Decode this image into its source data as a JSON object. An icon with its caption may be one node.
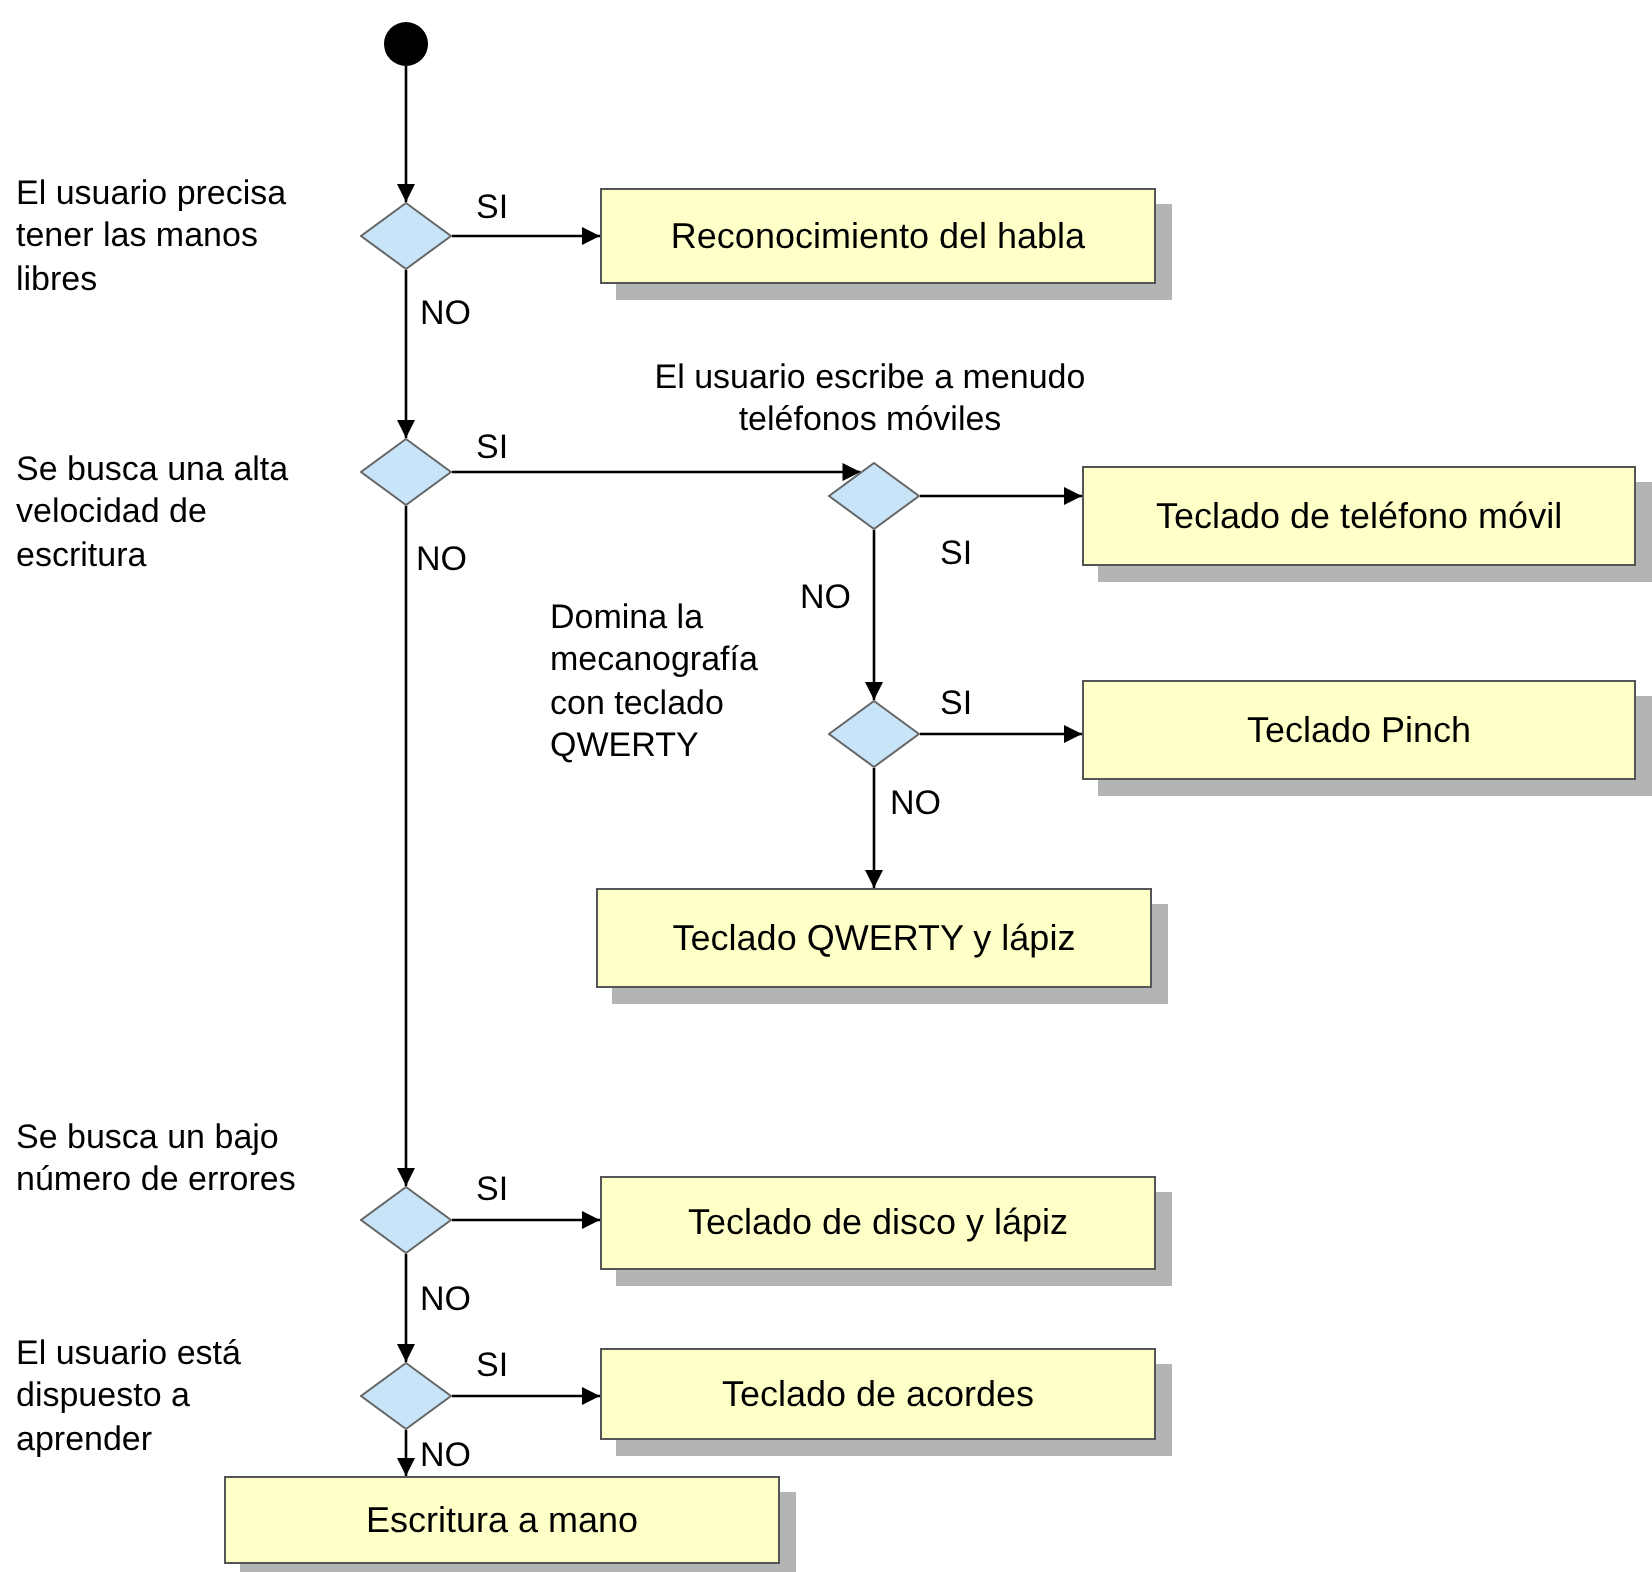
{
  "diagram": {
    "nodes": [
      {
        "text": [],
        "shape": "circle"
      },
      {
        "text": [],
        "shape": "diamond",
        "beside": [
          "El usuario precisa tener las manos libres"
        ]
      },
      {
        "text": [
          "Reconocimiento del habla"
        ]
      },
      {
        "text": [],
        "shape": "diamond",
        "beside": [
          "Se busca una alta velocidad de escritura"
        ]
      },
      {
        "text": [],
        "shape": "diamond",
        "beside": [
          "El usuario escribe a menudo teléfonos móviles"
        ]
      },
      {
        "text": [
          "Teclado de teléfono móvil"
        ]
      },
      {
        "text": [],
        "shape": "diamond",
        "beside": [
          "Domina la mecanografía con teclado QWERTY"
        ]
      },
      {
        "text": [
          "Teclado Pinch"
        ]
      },
      {
        "text": [
          "Teclado QWERTY y lápiz"
        ]
      },
      {
        "text": [],
        "shape": "diamond",
        "beside": [
          "Se busca un bajo número de errores"
        ]
      },
      {
        "text": [
          "Teclado de disco y lápiz"
        ]
      },
      {
        "text": [],
        "shape": "diamond"
      },
      {
        "text": [
          "Teclado de acordes"
        ]
      },
      {
        "text": [
          "Escritura a mano"
        ]
      }
    ],
    "edges": [
      {
        "from": 0,
        "to": 1,
        "arrow": "to"
      },
      {
        "from": 1,
        "to": 2,
        "arrow": "to",
        "label": "SI"
      },
      {
        "from": 1,
        "to": 3,
        "arrow": "to",
        "label": "NO"
      },
      {
        "from": 3,
        "to": 4,
        "arrow": "to",
        "label": "SI"
      },
      {
        "from": 4,
        "to": 5,
        "arrow": "to",
        "label": "SI"
      },
      {
        "from": 4,
        "to": 6,
        "arrow": "to",
        "label": "NO"
      },
      {
        "from": 6,
        "to": 7,
        "arrow": "to",
        "label": "SI"
      },
      {
        "from": 6,
        "to": 8,
        "arrow": "to",
        "label": "NO"
      },
      {
        "from": 3,
        "to": 9,
        "arrow": "to",
        "label": "NO"
      },
      {
        "from": 9,
        "to": 10,
        "arrow": "to",
        "label": "SI"
      },
      {
        "from": 9,
        "to": 11,
        "arrow": "to",
        "label": "NO"
      },
      {
        "from": 11,
        "to": 12,
        "arrow": "to",
        "label": "SI"
      },
      {
        "from": 11,
        "to": 13,
        "arrow": "to",
        "label": "NO"
      }
    ],
    "labels": [
      "El usuario está dispuesto a aprender"
    ]
  }
}
